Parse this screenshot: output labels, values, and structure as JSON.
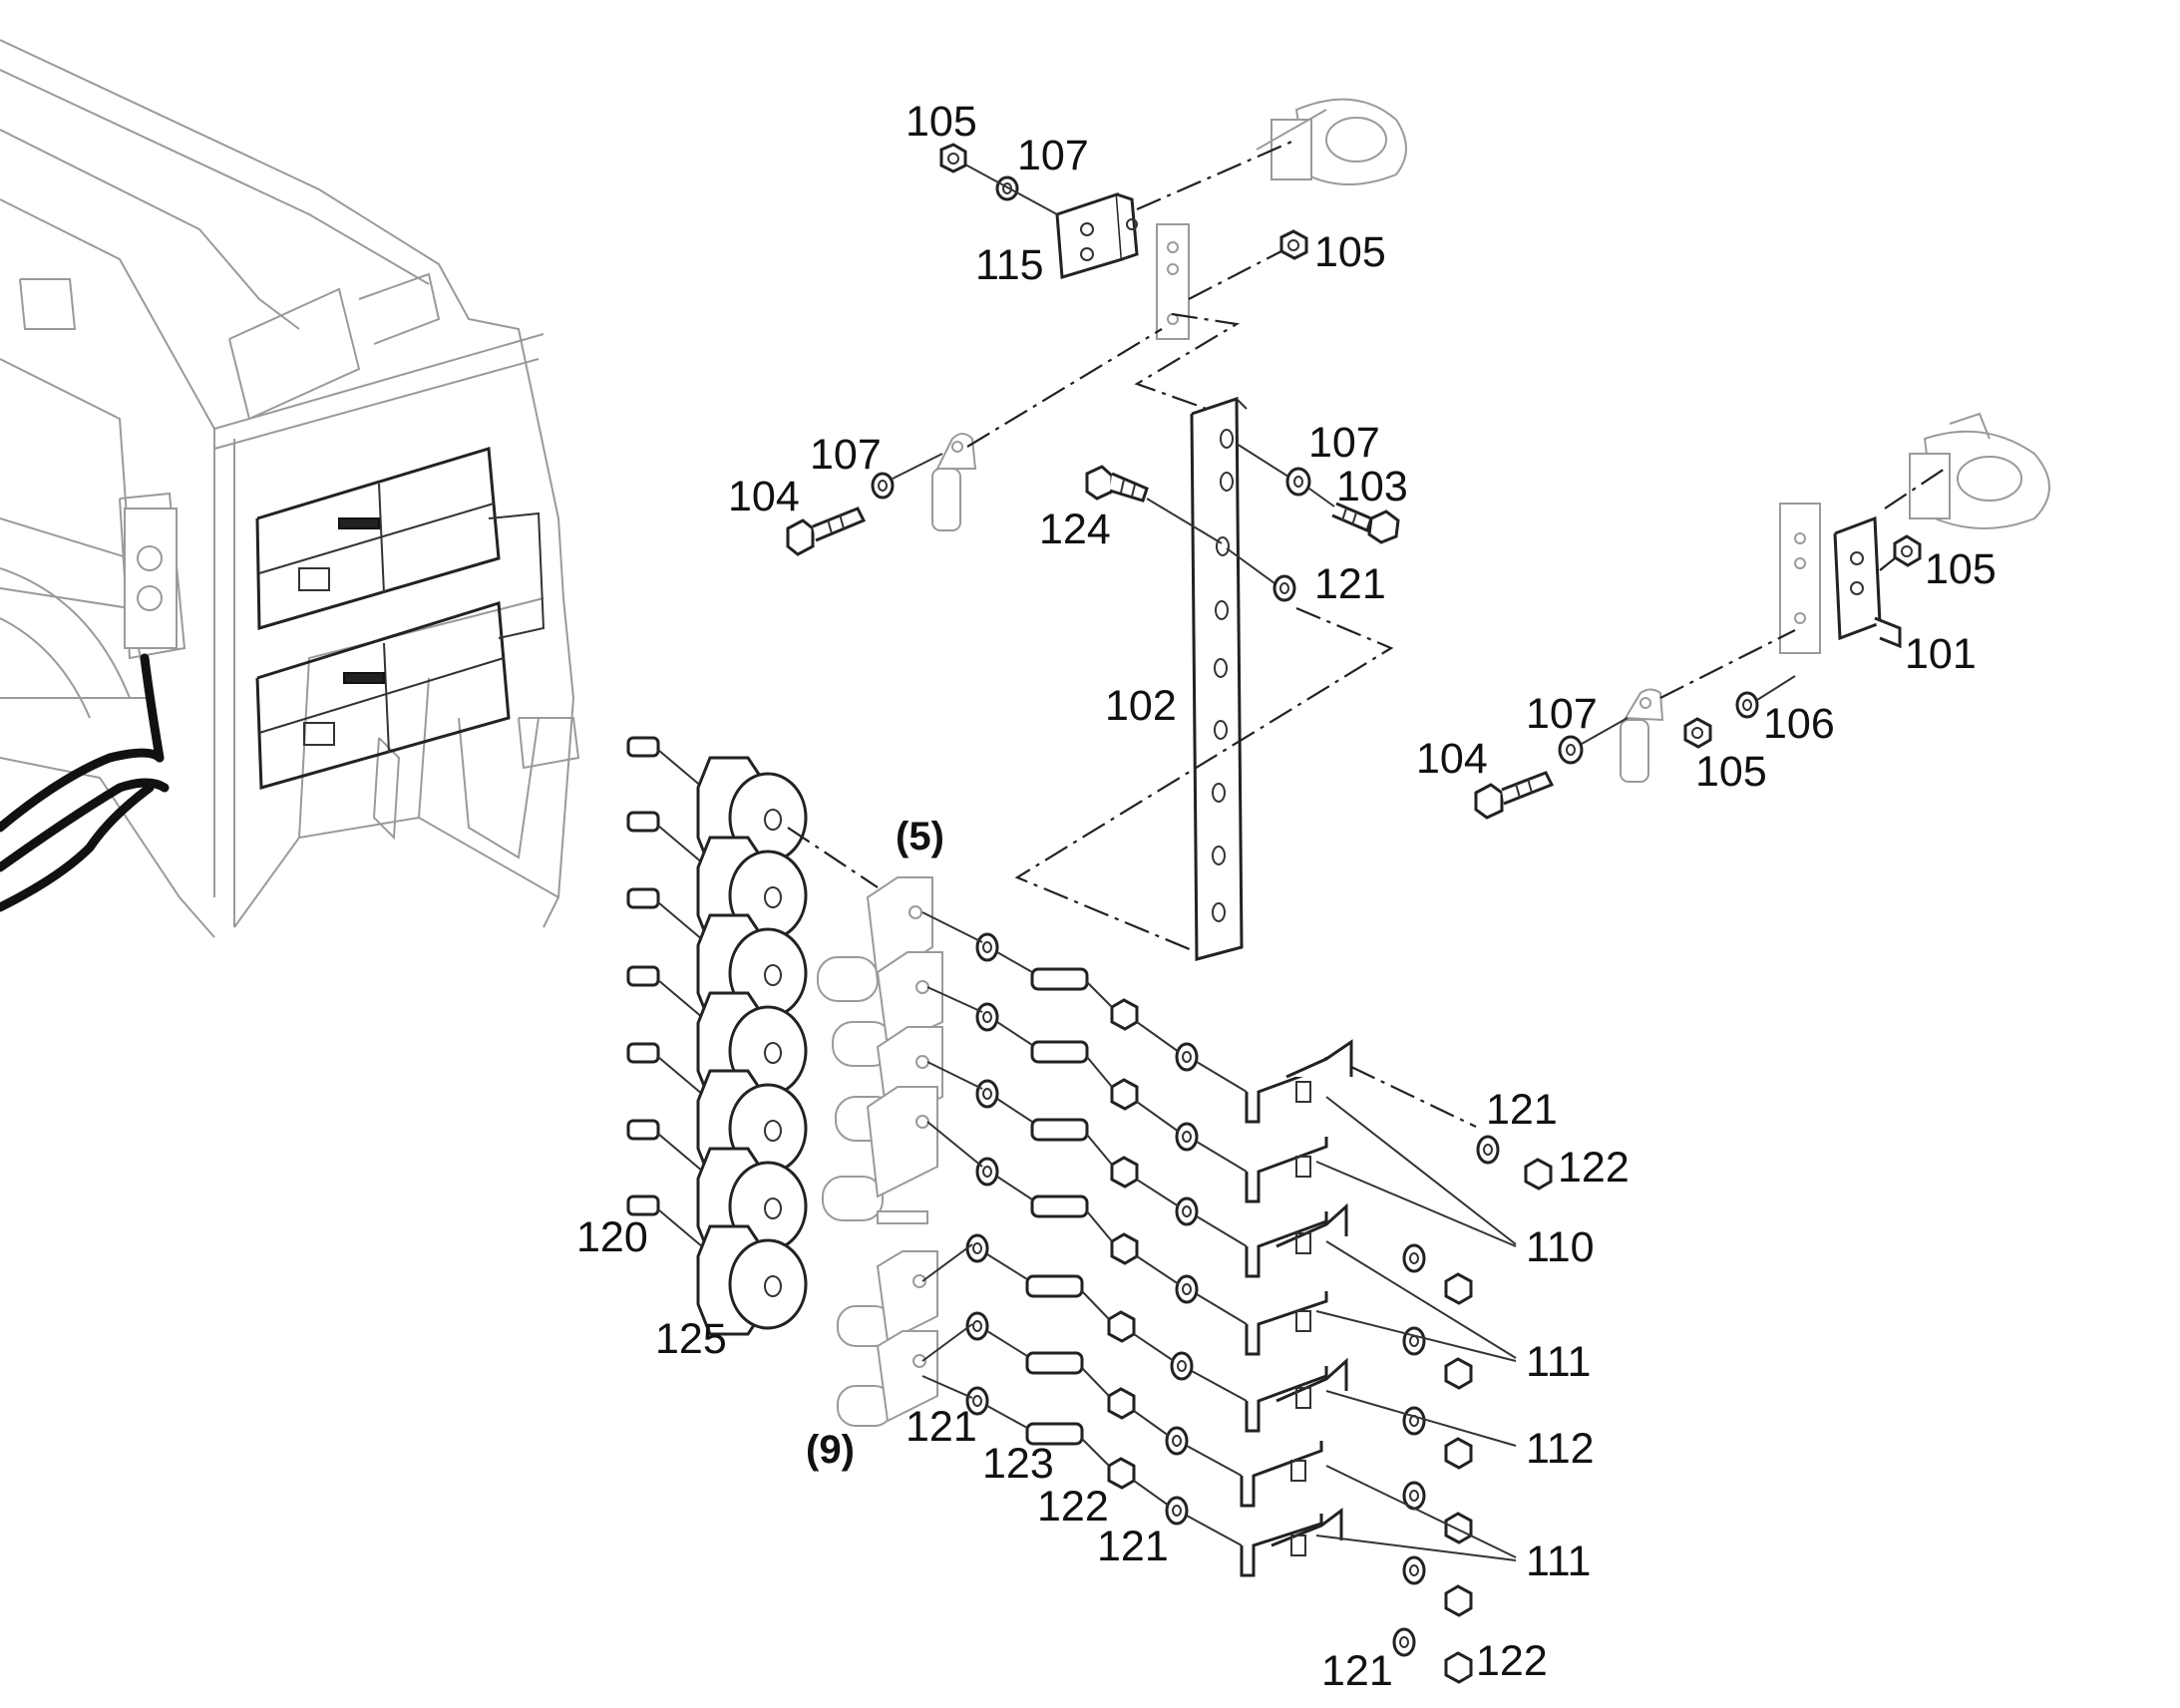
{
  "diagram": {
    "type": "exploded parts diagram",
    "callouts": [
      {
        "id": "c105a",
        "text": "105"
      },
      {
        "id": "c107a",
        "text": "107"
      },
      {
        "id": "c115",
        "text": "115"
      },
      {
        "id": "c105b",
        "text": "105"
      },
      {
        "id": "c107b",
        "text": "107"
      },
      {
        "id": "c104a",
        "text": "104"
      },
      {
        "id": "c107c",
        "text": "107"
      },
      {
        "id": "c103",
        "text": "103"
      },
      {
        "id": "c124",
        "text": "124"
      },
      {
        "id": "c121a",
        "text": "121"
      },
      {
        "id": "c105c",
        "text": "105"
      },
      {
        "id": "c101",
        "text": "101"
      },
      {
        "id": "c102",
        "text": "102"
      },
      {
        "id": "c107d",
        "text": "107"
      },
      {
        "id": "c104b",
        "text": "104"
      },
      {
        "id": "c106",
        "text": "106"
      },
      {
        "id": "c105d",
        "text": "105"
      },
      {
        "id": "c5",
        "text": "(5)"
      },
      {
        "id": "c121b",
        "text": "121"
      },
      {
        "id": "c122a",
        "text": "122"
      },
      {
        "id": "c110",
        "text": "110"
      },
      {
        "id": "c120",
        "text": "120"
      },
      {
        "id": "c111a",
        "text": "111"
      },
      {
        "id": "c125",
        "text": "125"
      },
      {
        "id": "c112",
        "text": "112"
      },
      {
        "id": "c9",
        "text": "(9)"
      },
      {
        "id": "c121c",
        "text": "121"
      },
      {
        "id": "c123",
        "text": "123"
      },
      {
        "id": "c122b",
        "text": "122"
      },
      {
        "id": "c121d",
        "text": "121"
      },
      {
        "id": "c111b",
        "text": "111"
      },
      {
        "id": "c121e",
        "text": "121"
      },
      {
        "id": "c122c",
        "text": "122"
      }
    ]
  }
}
